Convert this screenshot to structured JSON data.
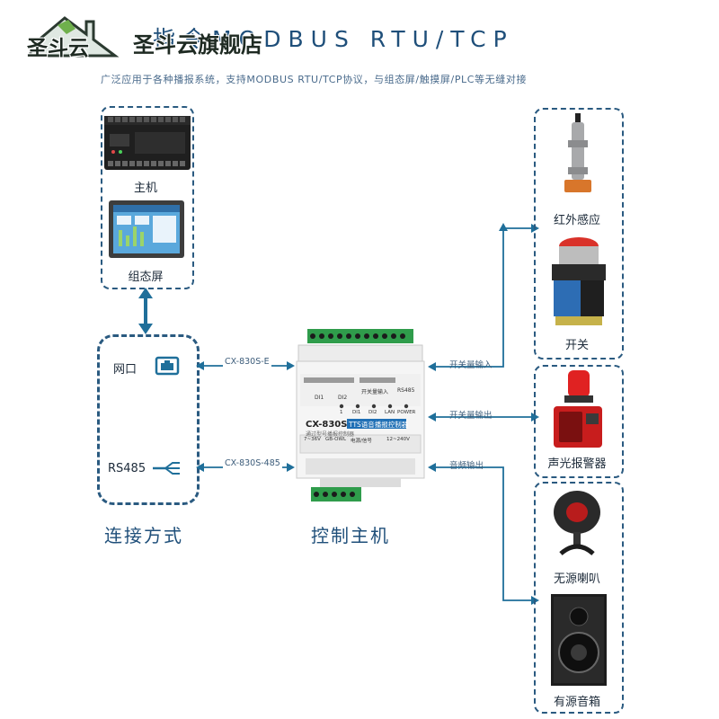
{
  "header": {
    "title": "指令MODBUS RTU/TCP",
    "subtitle": "广泛应用于各种播报系统，支持MODBUS RTU/TCP协议，与组态屏/触摸屏/PLC等无缝对接"
  },
  "watermark": {
    "logo_text": "圣斗云",
    "text": "圣斗云旗舰店"
  },
  "left_top": {
    "host_label": "主机",
    "screen_label": "组态屏"
  },
  "connection": {
    "section_label": "连接方式",
    "net_label": "网口",
    "rs485_label": "RS485"
  },
  "edges": {
    "ethernet": "CX-830S-E",
    "rs485": "CX-830S-485",
    "switch_in": "开关量输入",
    "switch_out": "开关量输出",
    "audio_out": "音频输出"
  },
  "controller": {
    "section_label": "控制主机",
    "model": "CX-830S",
    "badge": "TTS语音播报控制器",
    "sub": "通过型号播报控制器",
    "group_in": "开关量输入",
    "rs485_tag": "RS485",
    "di_labels": [
      "DI1",
      "DI2"
    ],
    "leds": [
      "1",
      "DI1",
      "DI2",
      "LAN",
      "POWER"
    ],
    "bottom_labels": [
      "7~36V",
      "GB-OWL",
      "电源/信号",
      "12~240V"
    ]
  },
  "right": {
    "ir_label": "红外感应",
    "switch_label": "开关",
    "alarm_label": "声光报警器",
    "speaker_label": "无源喇叭",
    "box_speaker_label": "有源音箱"
  },
  "colors": {
    "accent": "#1f6f9a",
    "dash": "#2a5a80",
    "terminal": "#2f9c4b",
    "alarm": "#d81e1e"
  }
}
